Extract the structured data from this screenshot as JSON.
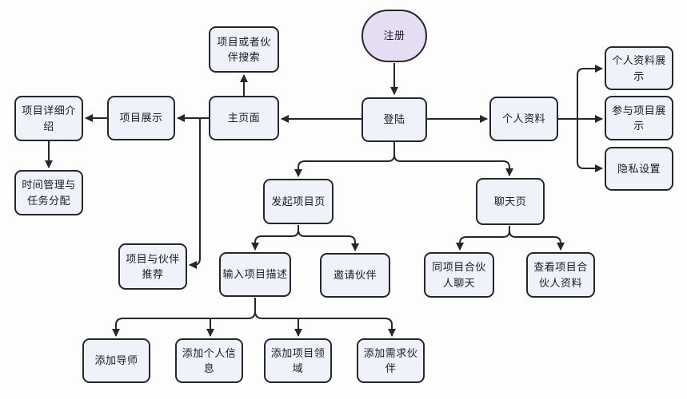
{
  "diagram": {
    "type": "flowchart",
    "colors": {
      "background": "#fdfdfd",
      "process_fill": "#eff2f8",
      "terminal_fill": "#e5def2",
      "border": "#26262c",
      "arrow": "#26262c",
      "text": "#1b1b22"
    },
    "nodes": [
      {
        "id": "register",
        "label": "注册",
        "shape": "terminal"
      },
      {
        "id": "login",
        "label": "登陆",
        "shape": "process"
      },
      {
        "id": "search",
        "label": "项目或者伙伴搜索",
        "shape": "process"
      },
      {
        "id": "main",
        "label": "主页面",
        "shape": "process"
      },
      {
        "id": "project-show",
        "label": "项目展示",
        "shape": "process"
      },
      {
        "id": "project-detail",
        "label": "项目详细介绍",
        "shape": "process"
      },
      {
        "id": "time-mgmt",
        "label": "时间管理与任务分配",
        "shape": "process"
      },
      {
        "id": "profile",
        "label": "个人资料",
        "shape": "process"
      },
      {
        "id": "profile-show",
        "label": "个人资料展示",
        "shape": "process"
      },
      {
        "id": "joined-show",
        "label": "参与项目展示",
        "shape": "process"
      },
      {
        "id": "privacy",
        "label": "隐私设置",
        "shape": "process"
      },
      {
        "id": "initiate",
        "label": "发起项目页",
        "shape": "process"
      },
      {
        "id": "chat",
        "label": "聊天页",
        "shape": "process"
      },
      {
        "id": "recommend",
        "label": "项目与伙伴推荐",
        "shape": "process"
      },
      {
        "id": "input-desc",
        "label": "输入项目描述",
        "shape": "process"
      },
      {
        "id": "invite",
        "label": "邀请伙伴",
        "shape": "process"
      },
      {
        "id": "chat-partners",
        "label": "同项目合伙人聊天",
        "shape": "process"
      },
      {
        "id": "view-partners",
        "label": "查看项目合伙人资料",
        "shape": "process"
      },
      {
        "id": "add-mentor",
        "label": "添加导师",
        "shape": "process"
      },
      {
        "id": "add-info",
        "label": "添加个人信息",
        "shape": "process"
      },
      {
        "id": "add-field",
        "label": "添加项目领域",
        "shape": "process"
      },
      {
        "id": "add-partner",
        "label": "添加需求伙伴",
        "shape": "process"
      }
    ],
    "edges": [
      {
        "from": "register",
        "to": "login"
      },
      {
        "from": "login",
        "to": "main"
      },
      {
        "from": "login",
        "to": "profile"
      },
      {
        "from": "login",
        "to": "initiate"
      },
      {
        "from": "login",
        "to": "chat"
      },
      {
        "from": "main",
        "to": "search"
      },
      {
        "from": "main",
        "to": "project-show"
      },
      {
        "from": "main",
        "to": "recommend"
      },
      {
        "from": "project-show",
        "to": "project-detail"
      },
      {
        "from": "project-detail",
        "to": "time-mgmt"
      },
      {
        "from": "profile",
        "to": "profile-show"
      },
      {
        "from": "profile",
        "to": "joined-show"
      },
      {
        "from": "profile",
        "to": "privacy"
      },
      {
        "from": "initiate",
        "to": "input-desc"
      },
      {
        "from": "initiate",
        "to": "invite"
      },
      {
        "from": "chat",
        "to": "chat-partners"
      },
      {
        "from": "chat",
        "to": "view-partners"
      },
      {
        "from": "input-desc",
        "to": "add-mentor"
      },
      {
        "from": "input-desc",
        "to": "add-info"
      },
      {
        "from": "input-desc",
        "to": "add-field"
      },
      {
        "from": "input-desc",
        "to": "add-partner"
      }
    ]
  }
}
